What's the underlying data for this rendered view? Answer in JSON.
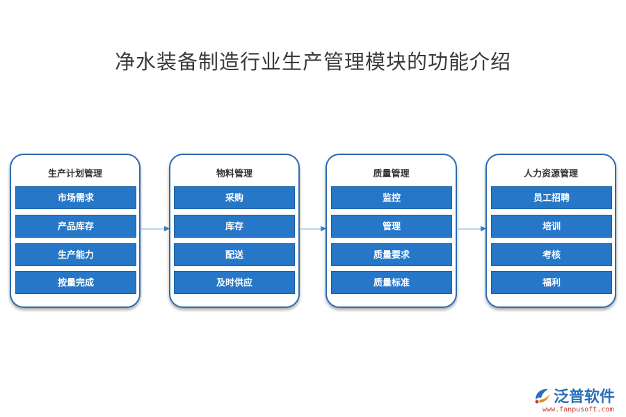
{
  "title": "净水装备制造行业生产管理模块的功能介绍",
  "modules": [
    {
      "title": "生产计划管理",
      "items": [
        "市场需求",
        "产品库存",
        "生产能力",
        "按量完成"
      ]
    },
    {
      "title": "物料管理",
      "items": [
        "采购",
        "库存",
        "配送",
        "及时供应"
      ]
    },
    {
      "title": "质量管理",
      "items": [
        "监控",
        "管理",
        "质量要求",
        "质量标准"
      ]
    },
    {
      "title": "人力资源管理",
      "items": [
        "员工招聘",
        "培训",
        "考核",
        "福利"
      ]
    }
  ],
  "brand": {
    "name": "泛普软件",
    "url": "www.fanpusoft.com",
    "icon": "fanpu-logo-icon"
  },
  "colors": {
    "box_border": "#2b6cb0",
    "item_fill": "#2777c8",
    "arrow": "#3e7cc4",
    "brand_blue": "#2a6fb8",
    "brand_red": "#c0392b"
  }
}
